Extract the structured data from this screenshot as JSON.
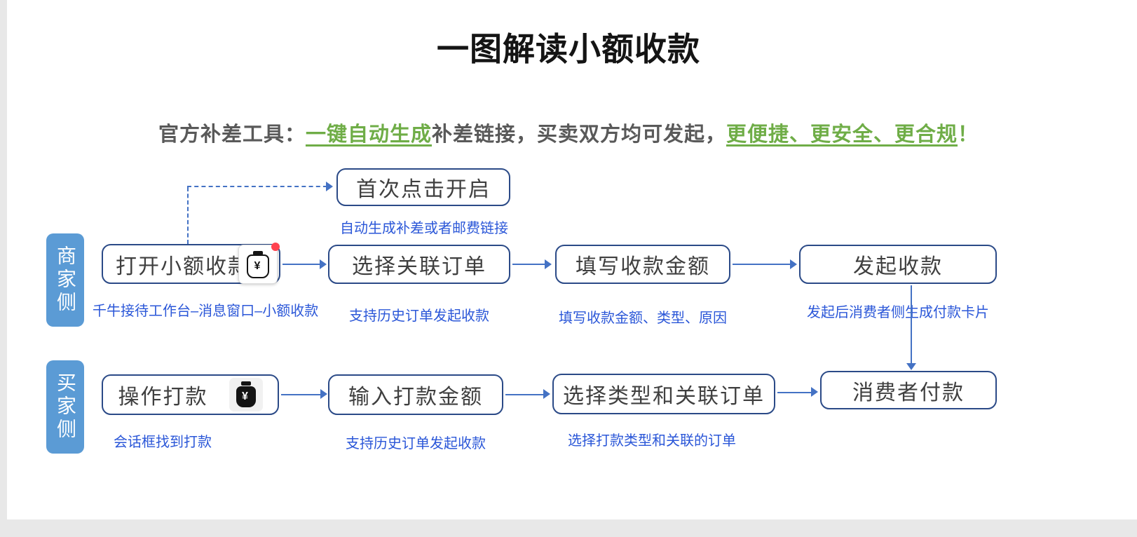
{
  "title": "一图解读小额收款",
  "subtitle": {
    "part1": "官方补差工具：",
    "highlight1": "一键自动生成",
    "part2": "补差链接，买卖双方均可发起，",
    "highlight2": "更便捷、更安全、更合规",
    "part3": "！"
  },
  "lanes": {
    "merchant": {
      "label": "商家侧"
    },
    "buyer": {
      "label": "买家侧"
    }
  },
  "nodes": {
    "first_click": {
      "label": "首次点击开启",
      "caption": "自动生成补差或者邮费链接"
    },
    "open": {
      "label": "打开小额收款",
      "caption": "千牛接待工作台–消息窗口–小额收款"
    },
    "select_order": {
      "label": "选择关联订单",
      "caption": "支持历史订单发起收款"
    },
    "fill_amount": {
      "label": "填写收款金额",
      "caption": "填写收款金额、类型、原因"
    },
    "initiate": {
      "label": "发起收款",
      "caption": "发起后消费者侧生成付款卡片"
    },
    "pay_action": {
      "label": "操作打款",
      "caption": "会话框找到打款"
    },
    "input_amount": {
      "label": "输入打款金额",
      "caption": "支持历史订单发起收款"
    },
    "select_type": {
      "label": "选择类型和关联订单",
      "caption": "选择打款类型和关联的订单"
    },
    "consumer_pay": {
      "label": "消费者付款"
    }
  },
  "icons": {
    "merchant_pouch": "¥",
    "buyer_pouch": "¥"
  },
  "colors": {
    "box_border": "#2b4a87",
    "caption_blue": "#2b57d8",
    "lane_fill": "#5b9bd5",
    "arrow": "#4472c4",
    "highlight_green": "#6fad47",
    "subtitle_gray": "#595959"
  }
}
